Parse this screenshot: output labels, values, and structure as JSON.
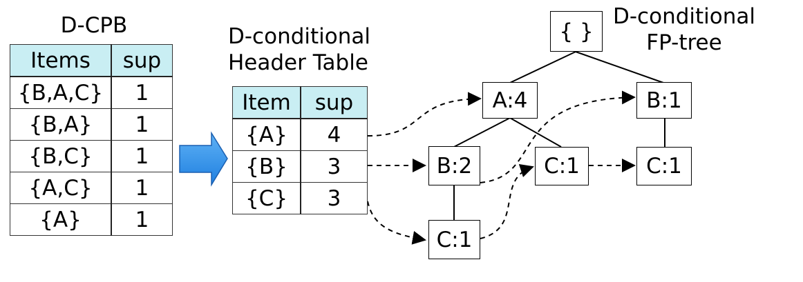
{
  "cpb": {
    "title": "D-CPB",
    "headers": [
      "Items",
      "sup"
    ],
    "rows": [
      [
        "{B,A,C}",
        "1"
      ],
      [
        "{B,A}",
        "1"
      ],
      [
        "{B,C}",
        "1"
      ],
      [
        "{A,C}",
        "1"
      ],
      [
        "{A}",
        "1"
      ]
    ]
  },
  "header_table": {
    "title_line1": "D-conditional",
    "title_line2": "Header Table",
    "headers": [
      "Item",
      "sup"
    ],
    "rows": [
      [
        "{A}",
        "4"
      ],
      [
        "{B}",
        "3"
      ],
      [
        "{C}",
        "3"
      ]
    ]
  },
  "tree": {
    "title_line1": "D-conditional",
    "title_line2": "FP-tree",
    "nodes": {
      "root": "{ }",
      "a4": "A:4",
      "b1": "B:1",
      "b2": "B:2",
      "c1_mid": "C:1",
      "c1_right": "C:1",
      "c1_bottom": "C:1"
    }
  },
  "colors": {
    "arrow_fill": "#2e8fe8",
    "header_bg": "#c9eef3"
  }
}
